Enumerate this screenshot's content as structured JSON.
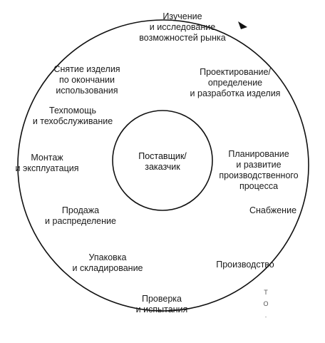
{
  "center": {
    "lines": [
      "Поставщик/",
      "заказчик"
    ]
  },
  "stages": [
    {
      "id": "research",
      "lines": [
        "Изучение",
        "и исследование",
        "возможностей рынка"
      ]
    },
    {
      "id": "design",
      "lines": [
        "Проектирование/",
        "определение",
        "и разработка изделия"
      ]
    },
    {
      "id": "process-planning",
      "lines": [
        "Планирование",
        "и развитие",
        "производственного",
        "процесса"
      ]
    },
    {
      "id": "procurement",
      "lines": [
        "Снабжение"
      ]
    },
    {
      "id": "production",
      "lines": [
        "Производство"
      ]
    },
    {
      "id": "testing",
      "lines": [
        "Проверка",
        "и испытания"
      ]
    },
    {
      "id": "packing",
      "lines": [
        "Упаковка",
        "и складирование"
      ]
    },
    {
      "id": "sales",
      "lines": [
        "Продажа",
        "и распределение"
      ]
    },
    {
      "id": "installation",
      "lines": [
        "Монтаж",
        "и эксплуатация"
      ]
    },
    {
      "id": "service",
      "lines": [
        "Техпомощь",
        "и техобслуживание"
      ]
    },
    {
      "id": "disposal",
      "lines": [
        "Снятие изделия",
        "по окончании",
        "использования"
      ]
    }
  ],
  "margin_marks": [
    "Т",
    "О",
    "."
  ],
  "colors": {
    "stroke": "#111111",
    "text": "#1a1a1a",
    "background": "#ffffff"
  },
  "icons": {
    "arrow": "cycle-direction-arrow-icon"
  }
}
